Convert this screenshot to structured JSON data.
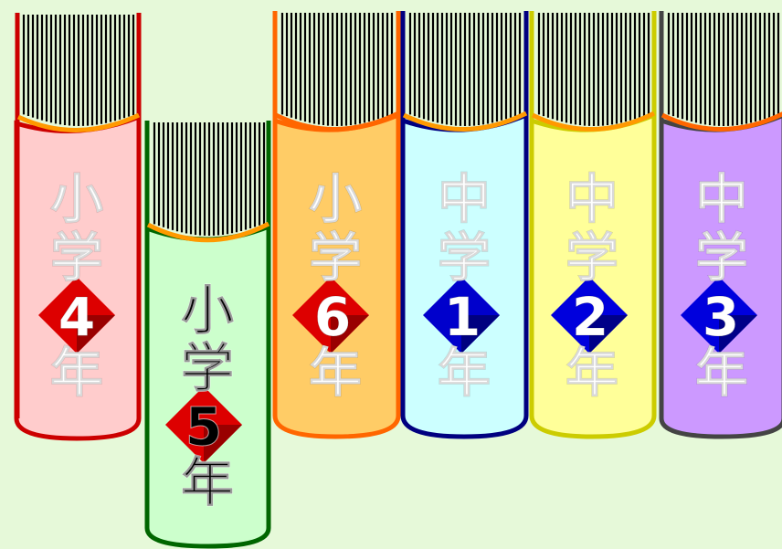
{
  "background": "#e6f9d9",
  "books": [
    {
      "label": "小学4年",
      "c1": "小",
      "c2": "学",
      "num": "4",
      "c4": "年",
      "fill": "#ffcccc",
      "border": "#cc0000",
      "band": "#ff9900",
      "diamond": "#dd0000",
      "diamond_dark": "#990000",
      "text": "#ffffff"
    },
    {
      "label": "小学5年",
      "c1": "小",
      "c2": "学",
      "num": "5",
      "c4": "年",
      "fill": "#ccffcc",
      "border": "#006600",
      "band": "#ff9900",
      "diamond": "#dd0000",
      "diamond_dark": "#990000",
      "text": "#000000"
    },
    {
      "label": "小学6年",
      "c1": "小",
      "c2": "学",
      "num": "6",
      "c4": "年",
      "fill": "#ffcc66",
      "border": "#ff6600",
      "band": "#ff6600",
      "diamond": "#dd0000",
      "diamond_dark": "#990000",
      "text": "#ffffff"
    },
    {
      "label": "中学1年",
      "c1": "中",
      "c2": "学",
      "num": "1",
      "c4": "年",
      "fill": "#ccffff",
      "border": "#000080",
      "band": "#ff9900",
      "diamond": "#0000cc",
      "diamond_dark": "#000080",
      "text": "#ffffff"
    },
    {
      "label": "中学2年",
      "c1": "中",
      "c2": "学",
      "num": "2",
      "c4": "年",
      "fill": "#ffff99",
      "border": "#cccc00",
      "band": "#ff9900",
      "diamond": "#0000dd",
      "diamond_dark": "#000088",
      "text": "#ffffff"
    },
    {
      "label": "中学3年",
      "c1": "中",
      "c2": "学",
      "num": "3",
      "c4": "年",
      "fill": "#cc99ff",
      "border": "#444444",
      "band": "#ff6600",
      "diamond": "#0000dd",
      "diamond_dark": "#000088",
      "text": "#ffffff"
    }
  ]
}
